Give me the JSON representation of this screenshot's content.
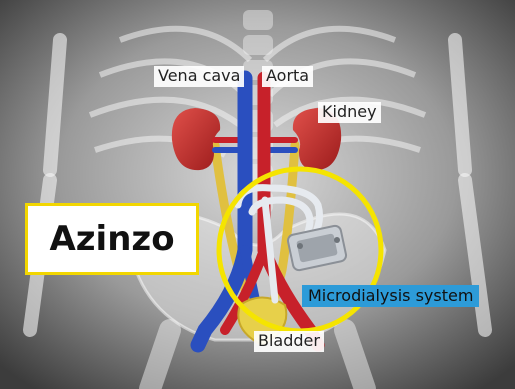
{
  "diagram": {
    "title": "Azinzo",
    "labels": {
      "vena_cava": "Vena cava",
      "aorta": "Aorta",
      "kidney": "Kidney",
      "bladder": "Bladder",
      "microdialysis": "Microdialysis system"
    }
  },
  "colors": {
    "vein": "#2a4fbf",
    "artery": "#c7212a",
    "kidney": "#c8322e",
    "ureter": "#e0c040",
    "highlight_ring": "#f5e400",
    "callout": "#2d9bd8"
  }
}
